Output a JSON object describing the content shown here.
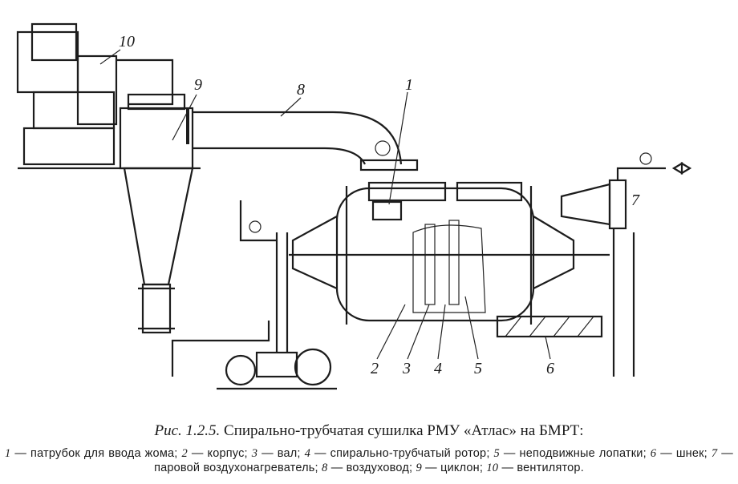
{
  "figure": {
    "callouts": [
      "1",
      "2",
      "3",
      "4",
      "5",
      "6",
      "7",
      "8",
      "9",
      "10"
    ],
    "caption": {
      "number": "Рис. 1.2.5.",
      "title": "Спирально-трубчатая сушилка РМУ «Атлас» на БМРТ:",
      "legend": [
        {
          "num": "1",
          "text": "— патрубок для ввода жома;"
        },
        {
          "num": "2",
          "text": "— корпус;"
        },
        {
          "num": "3",
          "text": "— вал;"
        },
        {
          "num": "4",
          "text": "— спирально-трубчатый ротор;"
        },
        {
          "num": "5",
          "text": "— неподвижные лопатки;"
        },
        {
          "num": "6",
          "text": "— шнек;"
        },
        {
          "num": "7",
          "text": "— паровой воздухонагреватель;"
        },
        {
          "num": "8",
          "text": "— воздуховод;"
        },
        {
          "num": "9",
          "text": "— циклон;"
        },
        {
          "num": "10",
          "text": "— вентилятор."
        }
      ]
    }
  }
}
